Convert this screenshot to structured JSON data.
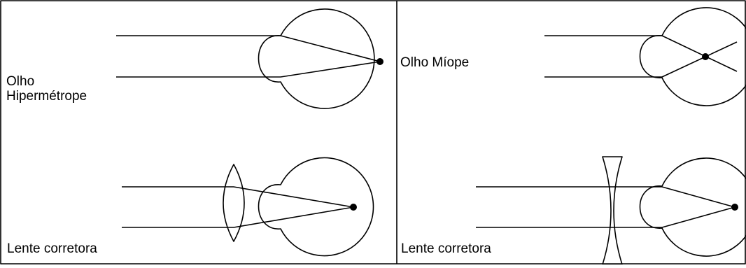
{
  "panels": {
    "hyperopic": {
      "label_line1": "Olho",
      "label_line2": "Hipermétrope"
    },
    "hyperopic_corrected": {
      "label": "Lente corretora"
    },
    "myopic": {
      "label": "Olho Míope"
    },
    "myopic_corrected": {
      "label": "Lente corretora"
    }
  },
  "colors": {
    "stroke": "#000000",
    "background": "#ffffff"
  }
}
